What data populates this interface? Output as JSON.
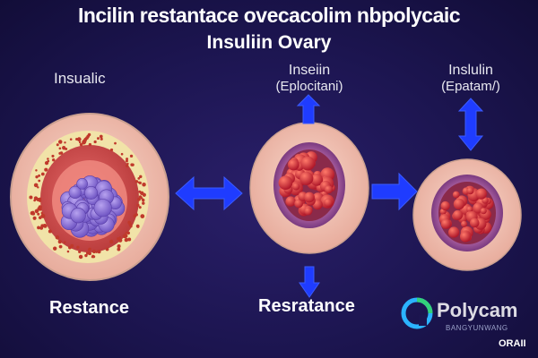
{
  "title": {
    "line1": "Incilin restantace ovecacolim nbpolycaic",
    "line2": "Insuliin Ovary"
  },
  "labels": {
    "left_top": "Insualic",
    "center_top_line1": "Inseiin",
    "center_top_line2": "(Eplocitani)",
    "right_top_line1": "Inslulin",
    "right_top_line2": "(Epatam/)",
    "bottom_left": "Restance",
    "bottom_center": "Resratance"
  },
  "watermark": {
    "text": "Polycam",
    "sub": "BANGYUNWANG",
    "corner": "ORAII"
  },
  "colors": {
    "background": "#1c1550",
    "arrow": "#1f3cff",
    "follicle_outer": "#f3c7b8",
    "follicle_red": "#d44a4a",
    "oocyte": "#8a6fd6"
  }
}
